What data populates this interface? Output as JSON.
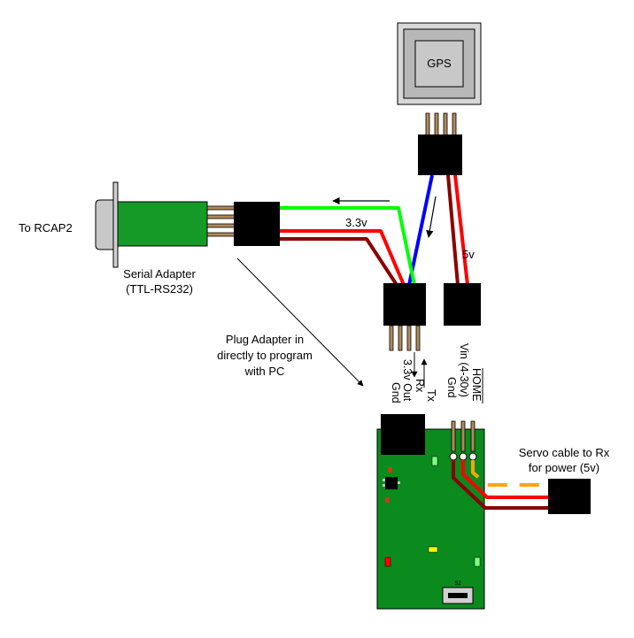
{
  "labels": {
    "gps": "GPS",
    "to_rcap2": "To RCAP2",
    "serial_adapter_line1": "Serial Adapter",
    "serial_adapter_line2": "(TTL-RS232)",
    "v33": "3.3v",
    "v5": "5v",
    "plug_line1": "Plug Adapter in",
    "plug_line2": "directly to program",
    "plug_line3": "with PC",
    "pin_tx": "Tx",
    "pin_rx": "Rx",
    "pin_33out": "3.3v Out",
    "pin_gnd_left": "Gnd",
    "pin_home": "HOME",
    "pin_vin": "Vin (4-30v)",
    "pin_gnd_right": "Gnd",
    "servo_line1": "Servo cable to Rx",
    "servo_line2": "for power (5v)",
    "board_s2": "S2"
  },
  "colors": {
    "wire_green": "#00ff00",
    "wire_red": "#ff0000",
    "wire_darkred": "#8b0000",
    "wire_blue": "#0000ff",
    "wire_orange": "#ffa500",
    "pcb_green": "#0b8a1e",
    "adapter_green": "#169a27",
    "connector_black": "#000000",
    "gps_gray": "#c8c8c8"
  }
}
